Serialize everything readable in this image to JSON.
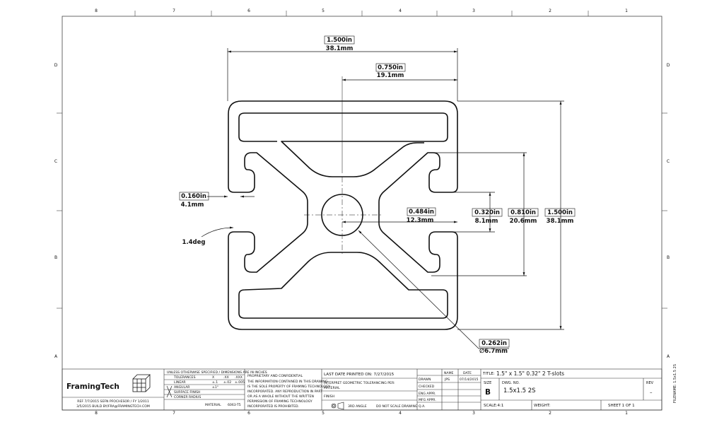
{
  "zone_columns": [
    "8",
    "7",
    "6",
    "5",
    "4",
    "3",
    "2",
    "1"
  ],
  "zone_rows": [
    "D",
    "C",
    "B",
    "A"
  ],
  "dimensions": {
    "overall_width": {
      "in": "1.500in",
      "mm": "38.1mm"
    },
    "half_width": {
      "in": "0.750in",
      "mm": "19.1mm"
    },
    "slot_lip": {
      "in": "0.160in",
      "mm": "4.1mm"
    },
    "angle": "1.4deg",
    "web_inset": {
      "in": "0.484in",
      "mm": "12.3mm"
    },
    "slot_opening": {
      "in": "0.320in",
      "mm": "8.1mm"
    },
    "slot_span": {
      "in": "0.810in",
      "mm": "20.6mm"
    },
    "overall_height": {
      "in": "1.500in",
      "mm": "38.1mm"
    },
    "center_bore": {
      "in": "0.262in",
      "mm": "∅6.7mm"
    }
  },
  "title_block": {
    "logo": "FramingTech",
    "address_lines": [
      "REF 7/7/2015 SEFN PFOCHESOR / FY 1/2011",
      "3/5/2015 BUILD BY/FRA@FRAMINGTECH.COM"
    ],
    "tolerance_header": "UNLESS OTHERWISE SPECIFIED / DIMENSIONS ARE IN INCHES",
    "tolerance_rows": [
      [
        "TOLERANCES",
        "X",
        ".XX",
        ".XXX"
      ],
      [
        "LINEAR",
        "±.1",
        "±.02",
        "±.005"
      ],
      [
        "ANGULAR",
        "±1°",
        "",
        ""
      ],
      [
        "SURFACE FINISH",
        "",
        "",
        ""
      ],
      [
        "CORNER RADIUS",
        "",
        "",
        ""
      ]
    ],
    "material_label": "MATERIAL",
    "material_value": "6063-T5",
    "proprietary_title": "PROPRIETARY AND CONFIDENTIAL",
    "proprietary_lines": [
      "THE INFORMATION CONTAINED IN THIS DRAWING",
      "IS THE SOLE PROPERTY OF FRAMING TECHNOLOGY",
      "INCORPORATED. ANY REPRODUCTION IN PART",
      "OR AS A WHOLE WITHOUT THE WRITTEN",
      "PERMISSION OF FRAMING TECHNOLOGY",
      "INCORPORATED IS PROHIBITED."
    ],
    "last_printed": "LAST DATE PRINTED ON: 7/27/2015",
    "interpret_lines": [
      "INTERPRET GEOMETRIC TOLERANCING PER:",
      "MATERIAL",
      "FINISH"
    ],
    "do_not_scale": "DO NOT SCALE DRAWING",
    "third_angle": "3RD ANGLE",
    "sign_headers": [
      "NAME",
      "DATE"
    ],
    "sign_rows": [
      {
        "label": "DRAWN",
        "name": "JPS",
        "date": "07/14/2015"
      },
      {
        "label": "CHECKED",
        "name": "",
        "date": ""
      },
      {
        "label": "ENG APPR.",
        "name": "",
        "date": ""
      },
      {
        "label": "MFG APPR.",
        "name": "",
        "date": ""
      },
      {
        "label": "Q.A.",
        "name": "",
        "date": ""
      }
    ],
    "title_label": "TITLE:",
    "title_value": "1.5\" x 1.5\" 0.32\" 2 T-slots",
    "size_label": "SIZE",
    "size_value": "B",
    "dwg_label": "DWG. NO.",
    "dwg_value": "1.5x1.5 2S",
    "rev_label": "REV",
    "rev_value": "–",
    "scale_label": "SCALE:4:1",
    "weight_label": "WEIGHT:",
    "sheet_label": "SHEET 1 OF 1",
    "side_tag": "FILENAME: 1.5x1.5 2S"
  }
}
